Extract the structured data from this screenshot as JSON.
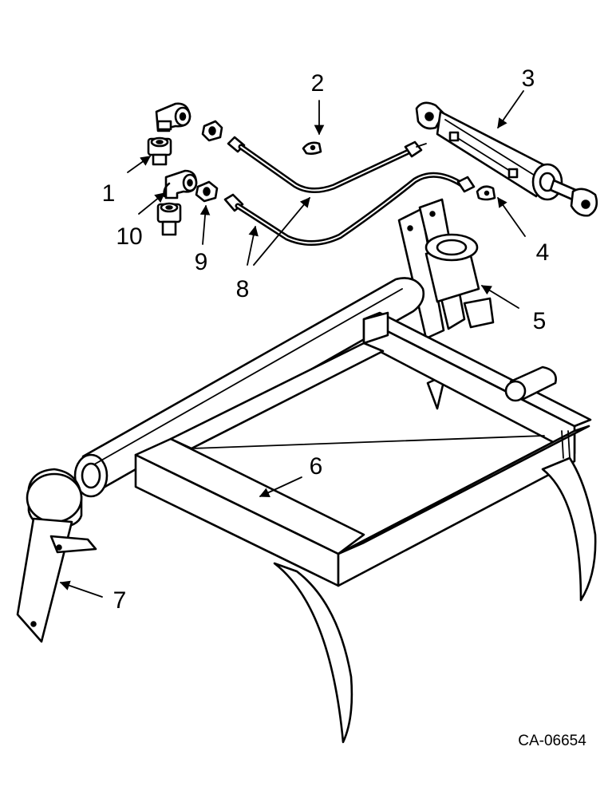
{
  "diagram": {
    "drawing_code": "CA-06654",
    "callouts": [
      "1",
      "2",
      "3",
      "4",
      "5",
      "6",
      "7",
      "8",
      "9",
      "10"
    ]
  }
}
